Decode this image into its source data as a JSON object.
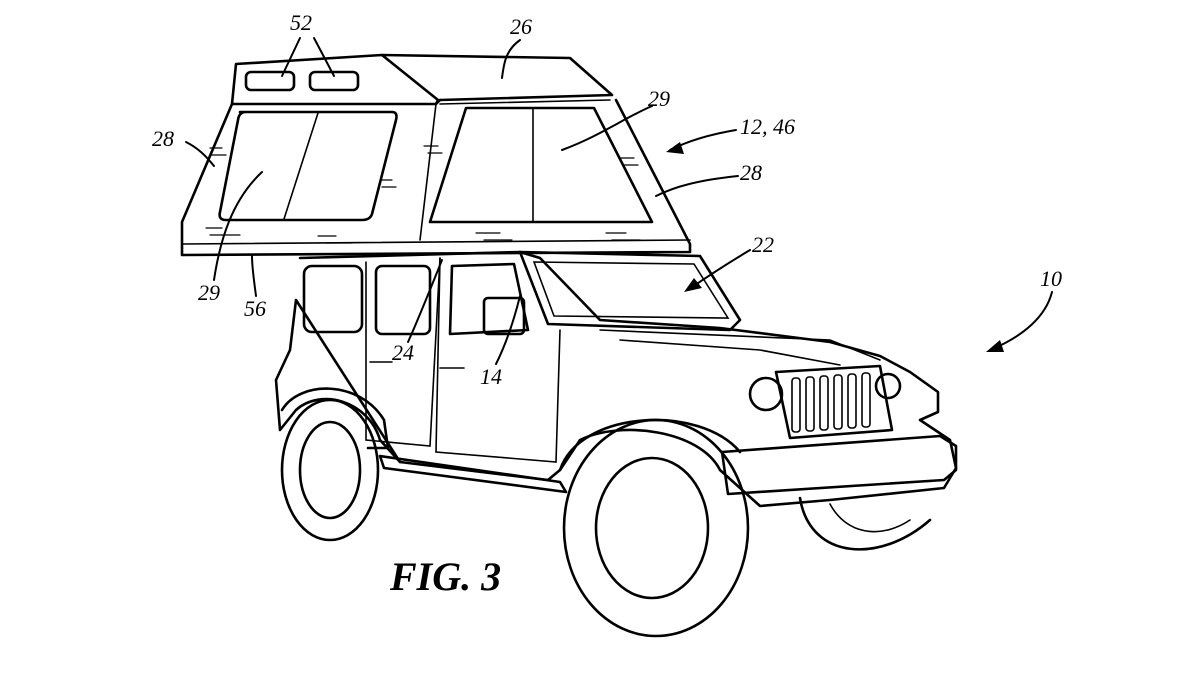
{
  "figure": {
    "label": "FIG. 3"
  },
  "refs": {
    "r52": "52",
    "r26": "26",
    "r29a": "29",
    "r12_46": "12, 46",
    "r28a": "28",
    "r28b": "28",
    "r22": "22",
    "r10": "10",
    "r29b": "29",
    "r56": "56",
    "r24": "24",
    "r14": "14"
  }
}
